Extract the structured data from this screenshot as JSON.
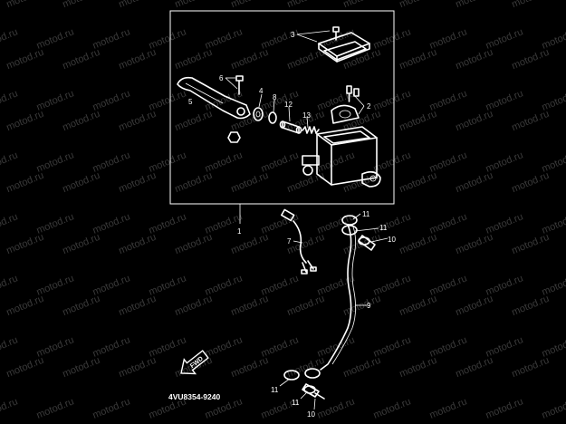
{
  "watermark_text": "motod.ru",
  "diagram_code": "4VU8354-9240",
  "arrow_label": "FWD",
  "callouts": {
    "c1": "1",
    "c2": "2",
    "c3": "3",
    "c4": "4",
    "c5": "5",
    "c6": "6",
    "c7": "7",
    "c8": "8",
    "c9": "9",
    "c10a": "10",
    "c10b": "10",
    "c11a": "11",
    "c11b": "11",
    "c11c": "11",
    "c11d": "11",
    "c12": "12",
    "c13": "13"
  }
}
